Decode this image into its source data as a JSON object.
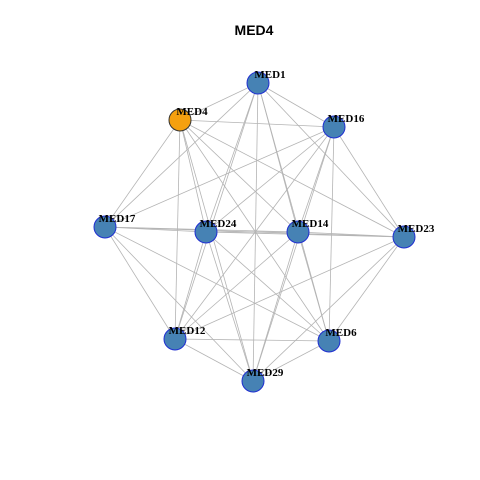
{
  "title": "MED4",
  "colors": {
    "focus_node": "#F5A00F",
    "node": "#4682B4",
    "node_border": "#1F2ED1",
    "edge": "#B4B4B4"
  },
  "nodes": [
    {
      "id": "MED1",
      "label": "MED1",
      "focus": false
    },
    {
      "id": "MED4",
      "label": "MED4",
      "focus": true
    },
    {
      "id": "MED16",
      "label": "MED16",
      "focus": false
    },
    {
      "id": "MED17",
      "label": "MED17",
      "focus": false
    },
    {
      "id": "MED24",
      "label": "MED24",
      "focus": false
    },
    {
      "id": "MED14",
      "label": "MED14",
      "focus": false
    },
    {
      "id": "MED23",
      "label": "MED23",
      "focus": false
    },
    {
      "id": "MED12",
      "label": "MED12",
      "focus": false
    },
    {
      "id": "MED6",
      "label": "MED6",
      "focus": false
    },
    {
      "id": "MED29",
      "label": "MED29",
      "focus": false
    }
  ],
  "edges": [
    [
      "MED1",
      "MED4"
    ],
    [
      "MED1",
      "MED16"
    ],
    [
      "MED1",
      "MED17"
    ],
    [
      "MED1",
      "MED24"
    ],
    [
      "MED1",
      "MED14"
    ],
    [
      "MED1",
      "MED23"
    ],
    [
      "MED1",
      "MED12"
    ],
    [
      "MED1",
      "MED6"
    ],
    [
      "MED1",
      "MED29"
    ],
    [
      "MED4",
      "MED16"
    ],
    [
      "MED4",
      "MED17"
    ],
    [
      "MED4",
      "MED24"
    ],
    [
      "MED4",
      "MED14"
    ],
    [
      "MED4",
      "MED23"
    ],
    [
      "MED4",
      "MED12"
    ],
    [
      "MED4",
      "MED6"
    ],
    [
      "MED4",
      "MED29"
    ],
    [
      "MED16",
      "MED17"
    ],
    [
      "MED16",
      "MED24"
    ],
    [
      "MED16",
      "MED14"
    ],
    [
      "MED16",
      "MED23"
    ],
    [
      "MED16",
      "MED12"
    ],
    [
      "MED16",
      "MED6"
    ],
    [
      "MED16",
      "MED29"
    ],
    [
      "MED17",
      "MED24"
    ],
    [
      "MED17",
      "MED14"
    ],
    [
      "MED17",
      "MED23"
    ],
    [
      "MED17",
      "MED12"
    ],
    [
      "MED17",
      "MED6"
    ],
    [
      "MED17",
      "MED29"
    ],
    [
      "MED24",
      "MED14"
    ],
    [
      "MED24",
      "MED23"
    ],
    [
      "MED24",
      "MED12"
    ],
    [
      "MED24",
      "MED6"
    ],
    [
      "MED24",
      "MED29"
    ],
    [
      "MED14",
      "MED23"
    ],
    [
      "MED14",
      "MED12"
    ],
    [
      "MED14",
      "MED6"
    ],
    [
      "MED14",
      "MED29"
    ],
    [
      "MED23",
      "MED12"
    ],
    [
      "MED23",
      "MED6"
    ],
    [
      "MED23",
      "MED29"
    ],
    [
      "MED12",
      "MED6"
    ],
    [
      "MED12",
      "MED29"
    ],
    [
      "MED6",
      "MED29"
    ]
  ]
}
